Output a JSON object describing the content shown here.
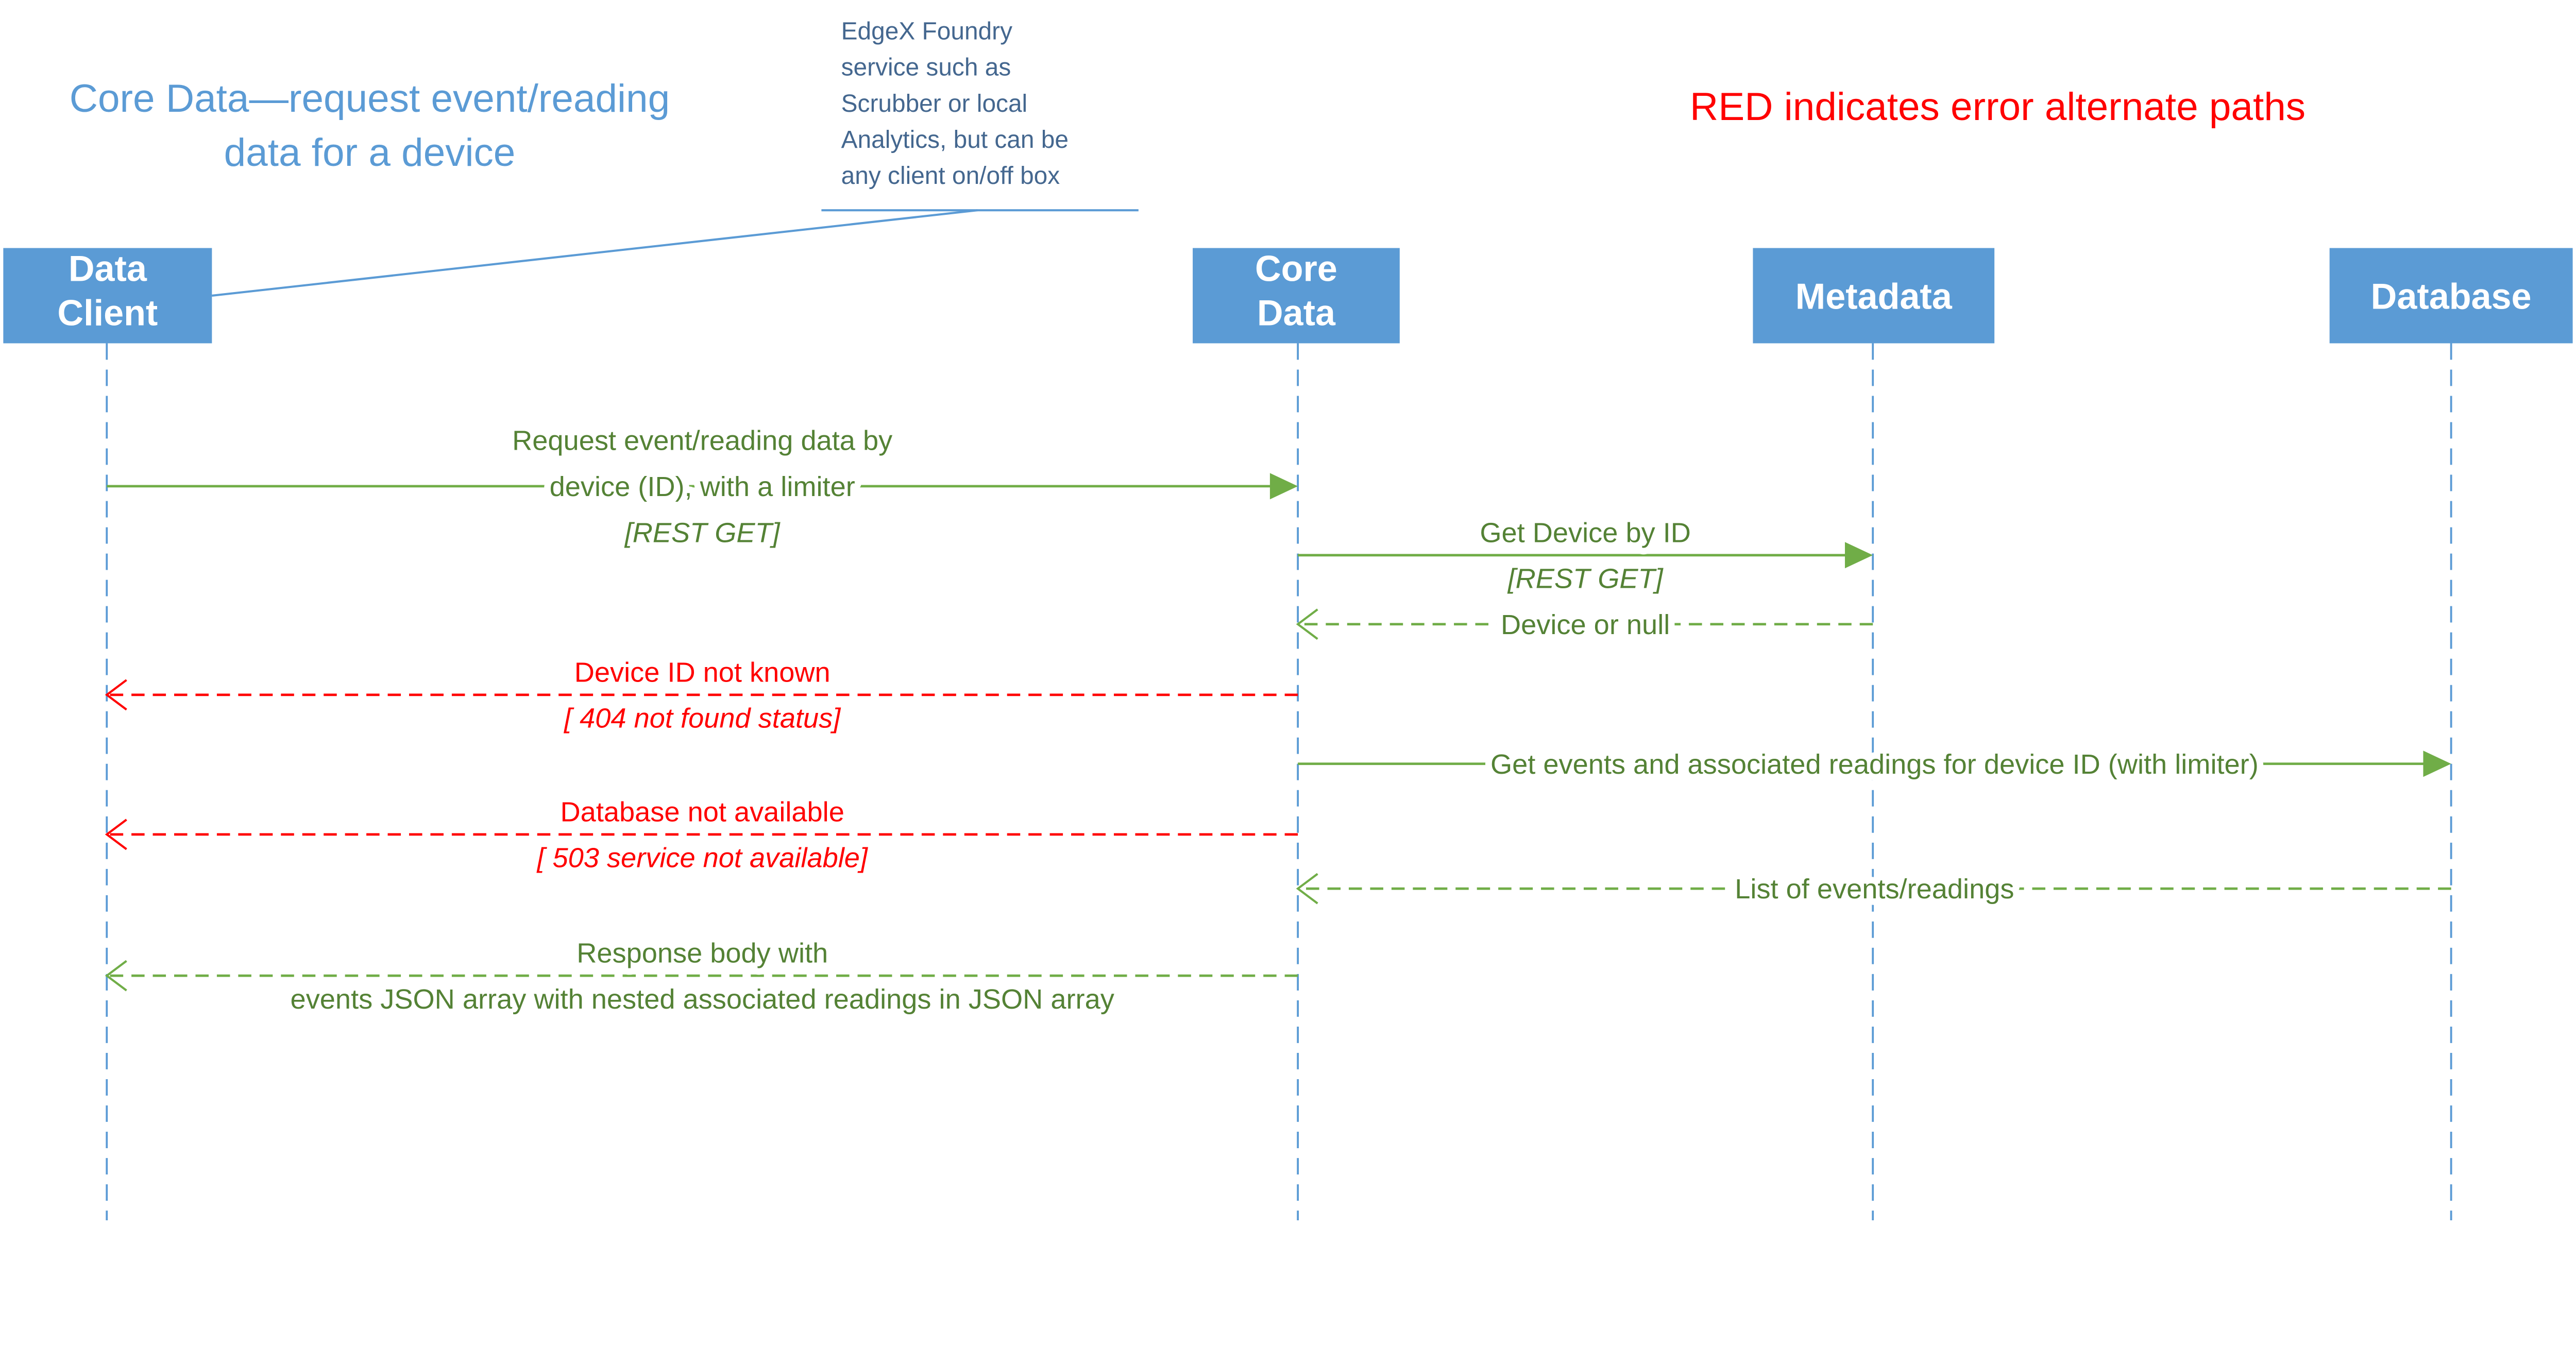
{
  "title": [
    "Core Data—request event/reading",
    "data for a device"
  ],
  "note": {
    "lines": [
      "EdgeX Foundry",
      "service such as",
      "Scrubber or local",
      "Analytics, but can be",
      "any client on/off box"
    ]
  },
  "legend_text": "RED indicates error alternate paths",
  "colors": {
    "actor": "#5b9bd5",
    "message": "#70ad47",
    "message_text": "#548235",
    "error": "#ff0000",
    "note_text": "#44678f"
  },
  "actors": [
    {
      "id": "client",
      "lines": [
        "Data",
        "Client"
      ]
    },
    {
      "id": "core",
      "lines": [
        "Core",
        "Data"
      ]
    },
    {
      "id": "metadata",
      "lines": [
        "Metadata"
      ]
    },
    {
      "id": "database",
      "lines": [
        "Database"
      ]
    }
  ],
  "messages": [
    {
      "from": "client",
      "to": "core",
      "kind": "request",
      "error": false,
      "lines": [
        "Request event/reading data by",
        "device (ID), with a limiter"
      ],
      "italic": "[REST GET]"
    },
    {
      "from": "core",
      "to": "metadata",
      "kind": "request",
      "error": false,
      "lines": [
        "Get Device by ID"
      ],
      "italic": "[REST GET]"
    },
    {
      "from": "metadata",
      "to": "core",
      "kind": "reply",
      "error": false,
      "lines": [
        "Device or null"
      ]
    },
    {
      "from": "core",
      "to": "client",
      "kind": "reply",
      "error": true,
      "lines": [
        "Device ID not known"
      ],
      "italic": "[ 404 not found status]"
    },
    {
      "from": "core",
      "to": "database",
      "kind": "request",
      "error": false,
      "lines": [
        "Get events and associated readings for device ID (with limiter)"
      ]
    },
    {
      "from": "core",
      "to": "client",
      "kind": "reply",
      "error": true,
      "lines": [
        "Database not available"
      ],
      "italic": "[ 503 service not available]"
    },
    {
      "from": "database",
      "to": "core",
      "kind": "reply",
      "error": false,
      "lines": [
        "List of events/readings"
      ]
    },
    {
      "from": "core",
      "to": "client",
      "kind": "reply",
      "error": false,
      "lines": [
        "Response body with",
        "events JSON array with nested associated readings in JSON array"
      ]
    }
  ]
}
